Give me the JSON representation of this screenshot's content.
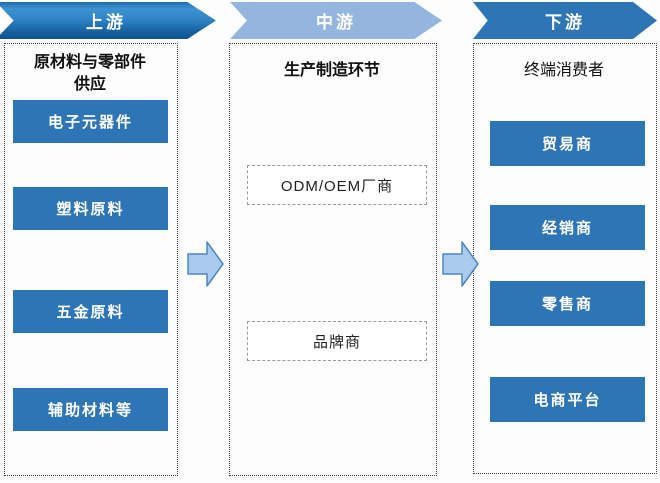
{
  "diagram": {
    "stages": [
      {
        "banner": "上游",
        "title": "原材料与零部件供应",
        "title_lines": [
          "原材料与零部件",
          "供应"
        ],
        "items": [
          "电子元器件",
          "塑料原料",
          "五金原料",
          "辅助材料等"
        ]
      },
      {
        "banner": "中游",
        "title": "生产制造环节",
        "items": [
          "ODM/OEM厂商",
          "品牌商"
        ]
      },
      {
        "banner": "下游",
        "title": "终端消费者",
        "items": [
          "贸易商",
          "经销商",
          "零售商",
          "电商平台"
        ]
      }
    ],
    "colors": {
      "item_blue": "#2e75b6",
      "banner_upstream_blue": "#1e6cab",
      "banner_midstream_blue": "#93b5de",
      "banner_downstream_blue": "#2e75b6",
      "arrow_fill": "#a9cbed",
      "arrow_stroke": "#4f87c2",
      "box_border": "#3c3c3c"
    }
  }
}
